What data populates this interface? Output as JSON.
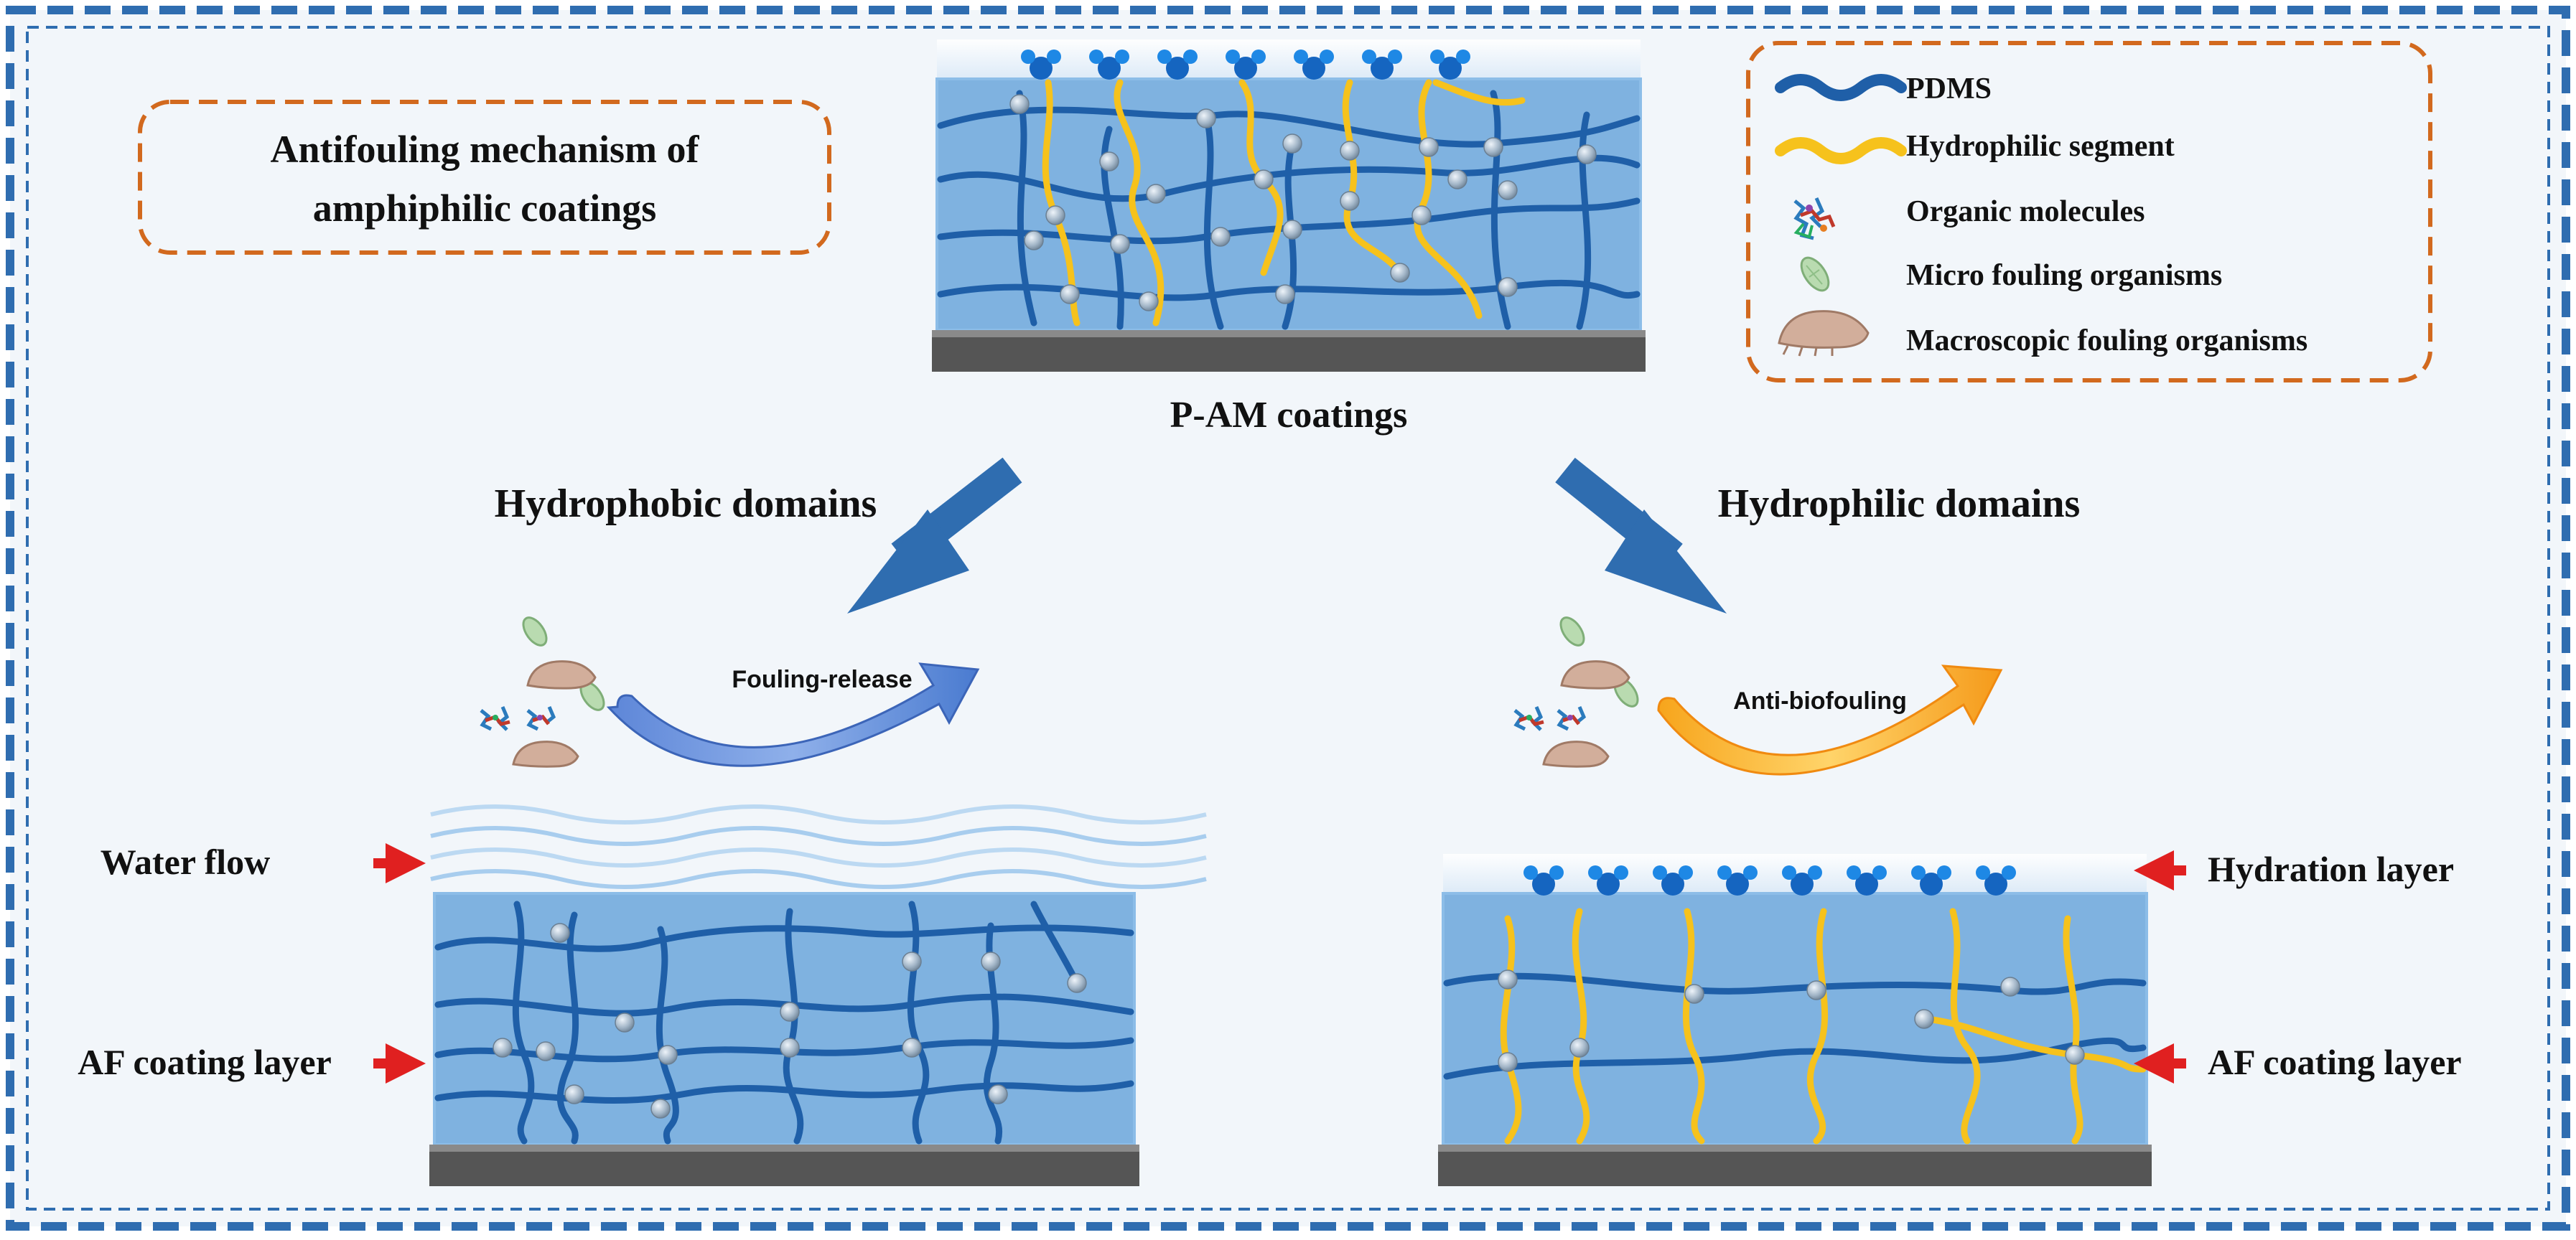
{
  "title": "Antifouling mechanism of amphiphilic coatings",
  "title_lines": [
    "Antifouling mechanism of",
    "amphiphilic coatings"
  ],
  "top_coating": {
    "caption": "P-AM coatings"
  },
  "legend": {
    "items": [
      {
        "icon": "pdms-chain-icon",
        "label": "PDMS",
        "color": "#1f5fa8"
      },
      {
        "icon": "hydrophilic-segment-icon",
        "label": "Hydrophilic segment",
        "color": "#f6c21c"
      },
      {
        "icon": "organic-molecules-icon",
        "label": "Organic molecules"
      },
      {
        "icon": "micro-fouling-organism-icon",
        "label": "Micro fouling organisms",
        "color": "#a9cfa0"
      },
      {
        "icon": "macroscopic-fouling-organism-icon",
        "label": "Macroscopic fouling organisms",
        "color": "#c8a28f"
      }
    ]
  },
  "branches": {
    "left": {
      "heading": "Hydrophobic domains",
      "process_label": "Fouling-release",
      "water_flow_label": "Water flow",
      "layer_label": "AF coating layer"
    },
    "right": {
      "heading": "Hydrophilic domains",
      "process_label": "Anti-biofouling",
      "hydration_label": "Hydration layer",
      "layer_label": "AF coating layer"
    }
  },
  "colors": {
    "frame_border": "#2f6db0",
    "callout_border": "#d2691e",
    "background": "#f2f6fa",
    "coating_fill": "#7fb2e0",
    "substrate": "#555555",
    "pdms": "#1f5fa8",
    "hydrophilic": "#f6c21c",
    "node": "#a9bccd",
    "flow_arrow": "#2f6db0",
    "label_arrow": "#e02020",
    "water_molecule": "#1565c0"
  }
}
